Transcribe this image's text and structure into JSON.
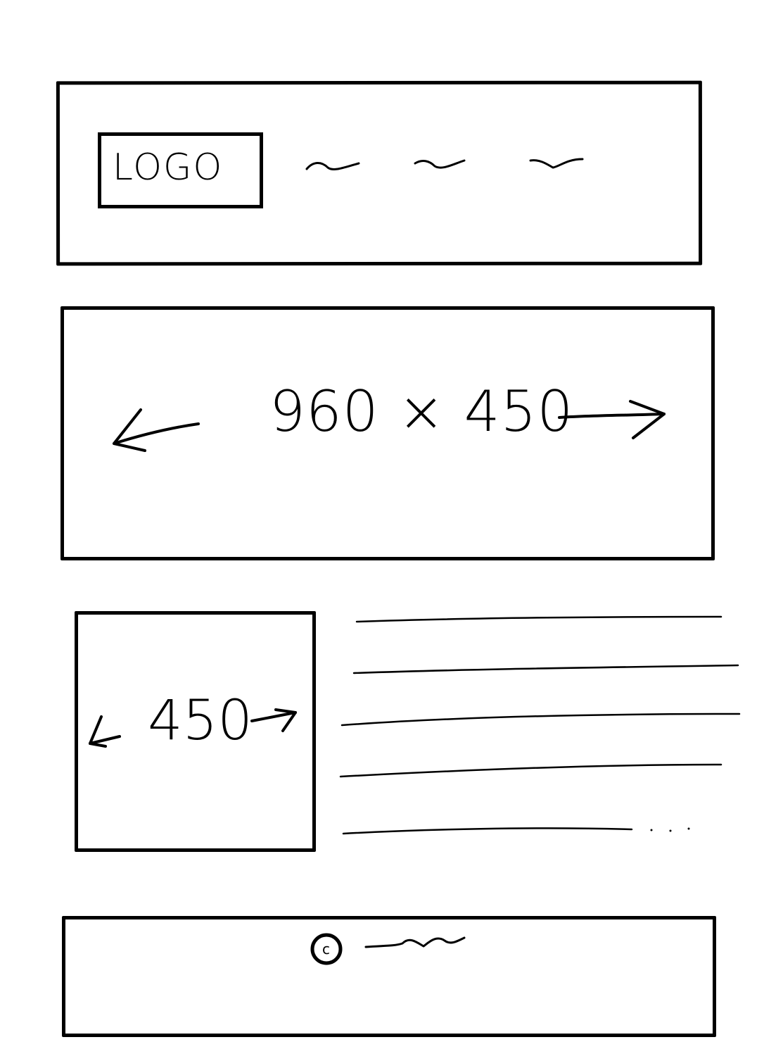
{
  "header": {
    "logo_label": "LOGO",
    "nav_items_icon": "squiggle-nav-placeholder"
  },
  "hero": {
    "size_label": "960 × 450",
    "left_arrow_icon": "arrow-left-icon",
    "right_arrow_icon": "arrow-right-icon"
  },
  "content": {
    "thumb_size_label": "450",
    "text_lines_icon": "text-line-placeholder",
    "ellipsis": ". . ."
  },
  "footer": {
    "copyright_icon": "copyright-icon",
    "copyright_symbol": "c"
  }
}
